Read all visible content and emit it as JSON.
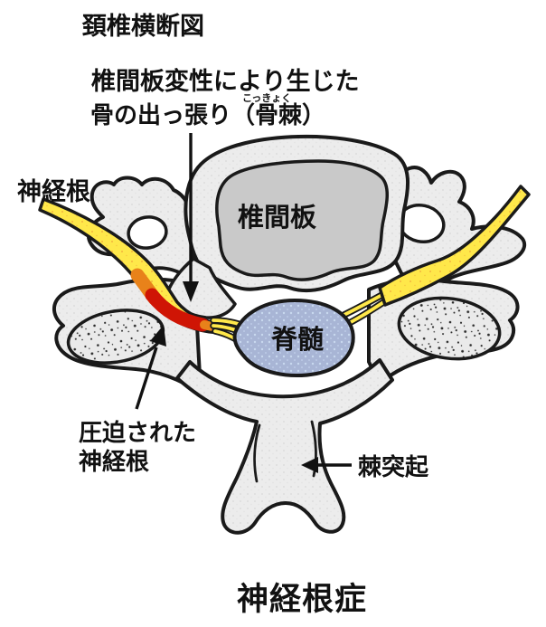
{
  "title": "頚椎横断図",
  "footer_title": "神経根症",
  "annotations": {
    "osteophyte_line1": "椎間板変性により生じた",
    "osteophyte_line2": "骨の出っ張り（骨棘）",
    "osteophyte_furigana": "こっきょく",
    "nerve_root": "神経根",
    "compressed_line1": "圧迫された",
    "compressed_line2": "神経根",
    "spinous_process": "棘突起"
  },
  "diagram_labels": {
    "disc": "椎間板",
    "spinal_cord": "脊髄"
  },
  "colors": {
    "background": "#ffffff",
    "outline": "#1a1a1a",
    "bone": "#ececec",
    "bone_dot": "#dcdcdc",
    "disc_nucleus": "#c9c9c9",
    "spinal_cord": "#a8b5d5",
    "spinal_cord_dot": "#c8d8ee",
    "nerve_yellow": "#ffe84a",
    "nerve_speckle": "#f0a53a",
    "compression_red": "#cf1505",
    "compression_orange": "#e8821a",
    "stipple_dot": "#2a2a2a",
    "text": "#111111"
  }
}
